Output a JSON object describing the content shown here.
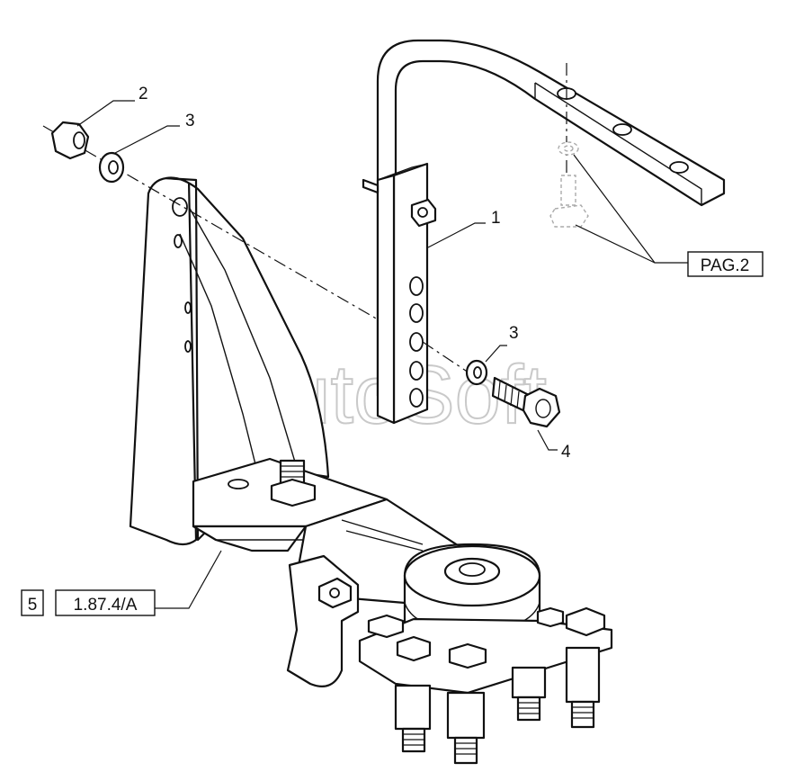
{
  "watermark": "AutoSoft",
  "callouts": {
    "part1": "1",
    "part2": "2",
    "part3a": "3",
    "part3b": "3",
    "part4": "4"
  },
  "references": {
    "pag2": "PAG.2",
    "ref_number": "5",
    "ref_code": "1.87.4/A"
  }
}
